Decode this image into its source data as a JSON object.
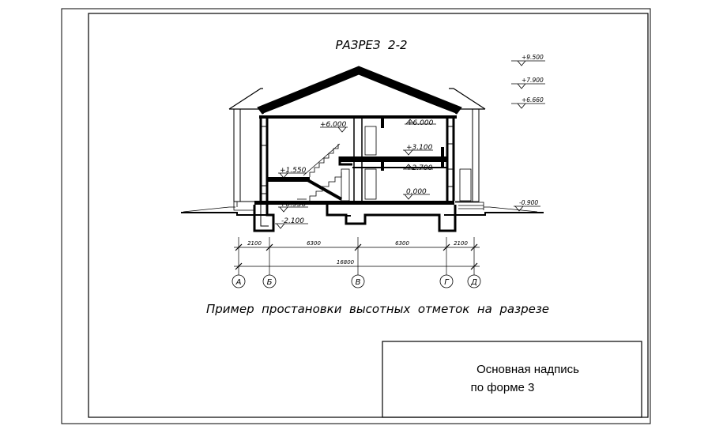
{
  "section_title": "РАЗРЕЗ  2-2",
  "caption": "Пример  простановки  высотных  отметок  на  разрезе",
  "title_block": {
    "line1": "Основная надпись",
    "line2": "по форме 3"
  },
  "level_marks": {
    "ridge": "+9.500",
    "cornice": "+7.900",
    "eave": "+6.660",
    "attic_left": "+6.000",
    "attic_right": "+6.000",
    "floor2": "+3.100",
    "ceiling1": "+2.700",
    "landing": "+1.550",
    "floor1": "0.000",
    "stair_start": "+0.930",
    "ground": "-0.900",
    "foundation": "-2.100"
  },
  "dimensions": {
    "seg1": "2100",
    "seg2": "6300",
    "seg3": "6300",
    "seg4": "2100",
    "total": "16800"
  },
  "axes": [
    "А",
    "Б",
    "В",
    "Г",
    "Д"
  ]
}
